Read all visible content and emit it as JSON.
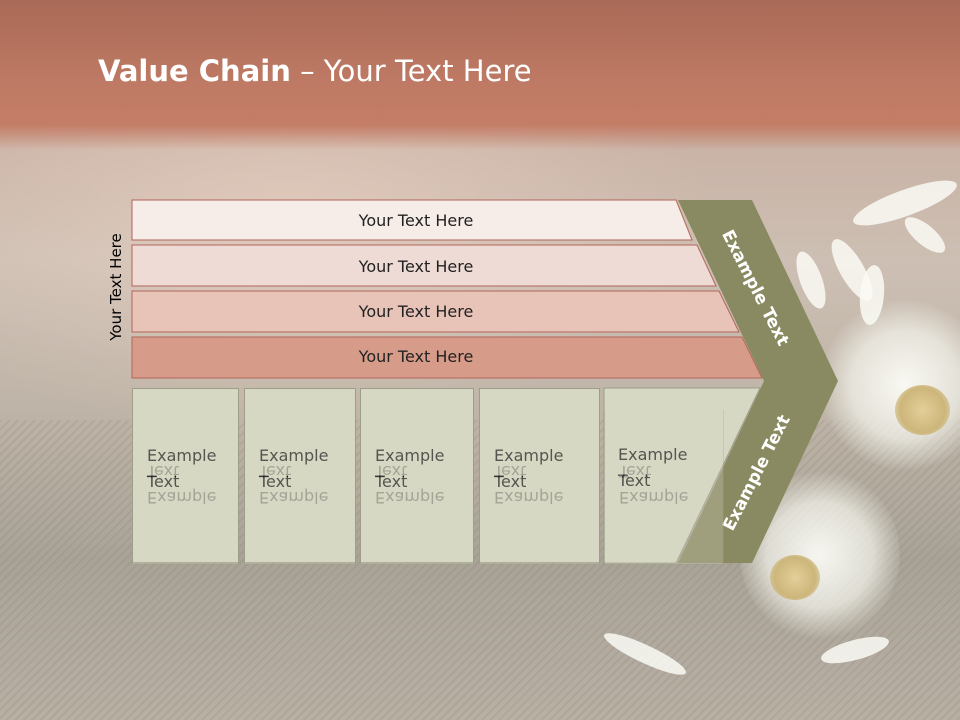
{
  "slide": {
    "title_bold": "Value Chain",
    "title_rest": " – Your Text Here",
    "vertical_label": "Your Text Here",
    "bands": [
      {
        "label": "Your Text Here",
        "color": "#f6ece8"
      },
      {
        "label": "Your Text Here",
        "color": "#efdbd5"
      },
      {
        "label": "Your Text Here",
        "color": "#e8c3b8"
      },
      {
        "label": "Your Text Here",
        "color": "#d69b89"
      }
    ],
    "boxes": [
      {
        "line1": "Example",
        "line2": "Text"
      },
      {
        "line1": "Example",
        "line2": "Text"
      },
      {
        "line1": "Example",
        "line2": "Text"
      },
      {
        "line1": "Example",
        "line2": "Text"
      },
      {
        "line1": "Example",
        "line2": "Text"
      }
    ],
    "chevron": {
      "upper_text": "Example Text",
      "lower_text": "Example Text",
      "color": "#8a8a62"
    },
    "colors": {
      "title_band": "#c07b65",
      "box_fill": "#d7d8c4",
      "band_border": "#b2655a"
    }
  }
}
